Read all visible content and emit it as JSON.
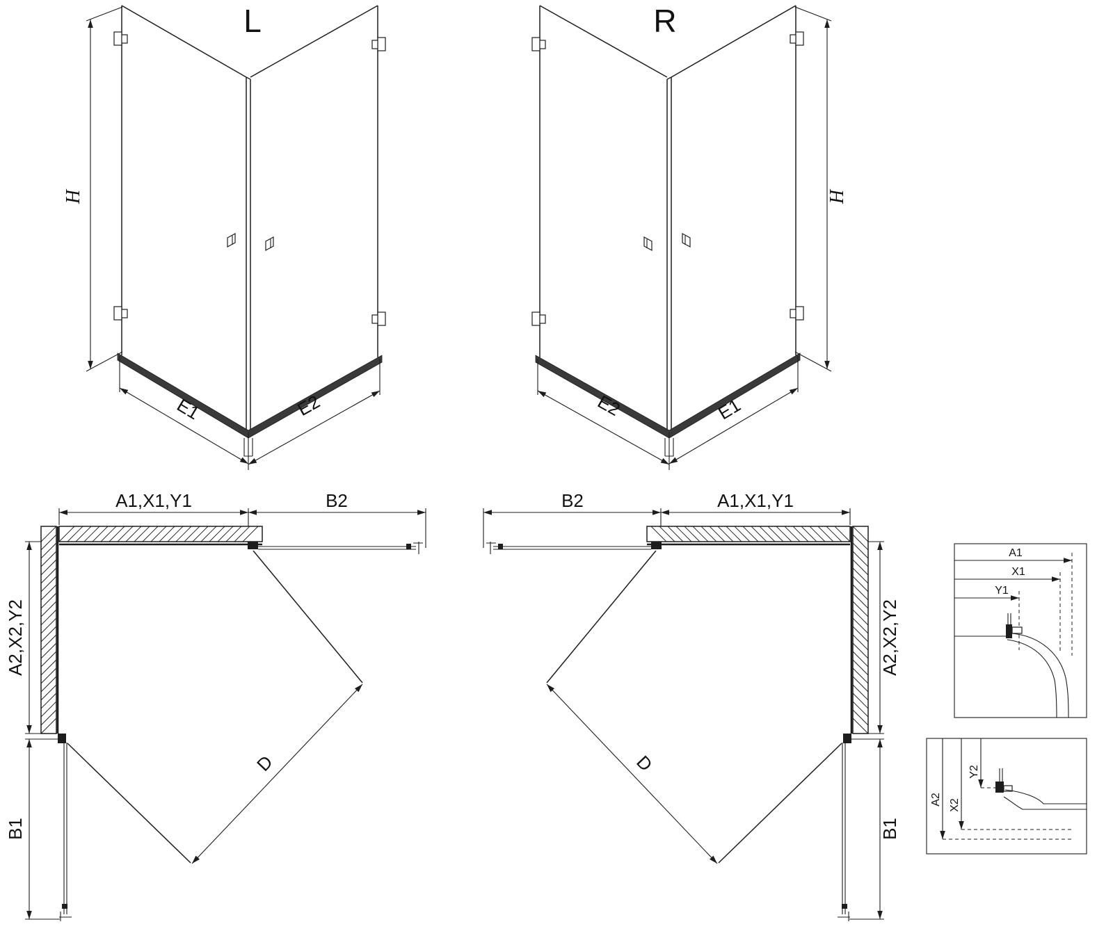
{
  "drawing": {
    "background": "#ffffff",
    "line_color": "#1d1d1d",
    "views": {
      "perspective_left": {
        "variant_label": "L",
        "height_dim": "H",
        "left_panel_dim": "E1",
        "right_panel_dim": "E2"
      },
      "perspective_right": {
        "variant_label": "R",
        "height_dim": "H",
        "left_panel_dim": "E2",
        "right_panel_dim": "E1"
      },
      "plan_left": {
        "wall_width_dim": "A1,X1,Y1",
        "door_width_dim": "B2",
        "wall_depth_dim": "A2,X2,Y2",
        "side_door_dim": "B1",
        "diagonal_dim": "D"
      },
      "plan_right": {
        "door_width_dim": "B2",
        "wall_width_dim": "A1,X1,Y1",
        "wall_depth_dim": "A2,X2,Y2",
        "side_door_dim": "B1",
        "diagonal_dim": "D"
      },
      "detail_width_reference": {
        "dims": {
          "a": "A1",
          "x": "X1",
          "y": "Y1"
        }
      },
      "detail_depth_reference": {
        "dims": {
          "a": "A2",
          "x": "X2",
          "y": "Y2"
        }
      }
    }
  }
}
